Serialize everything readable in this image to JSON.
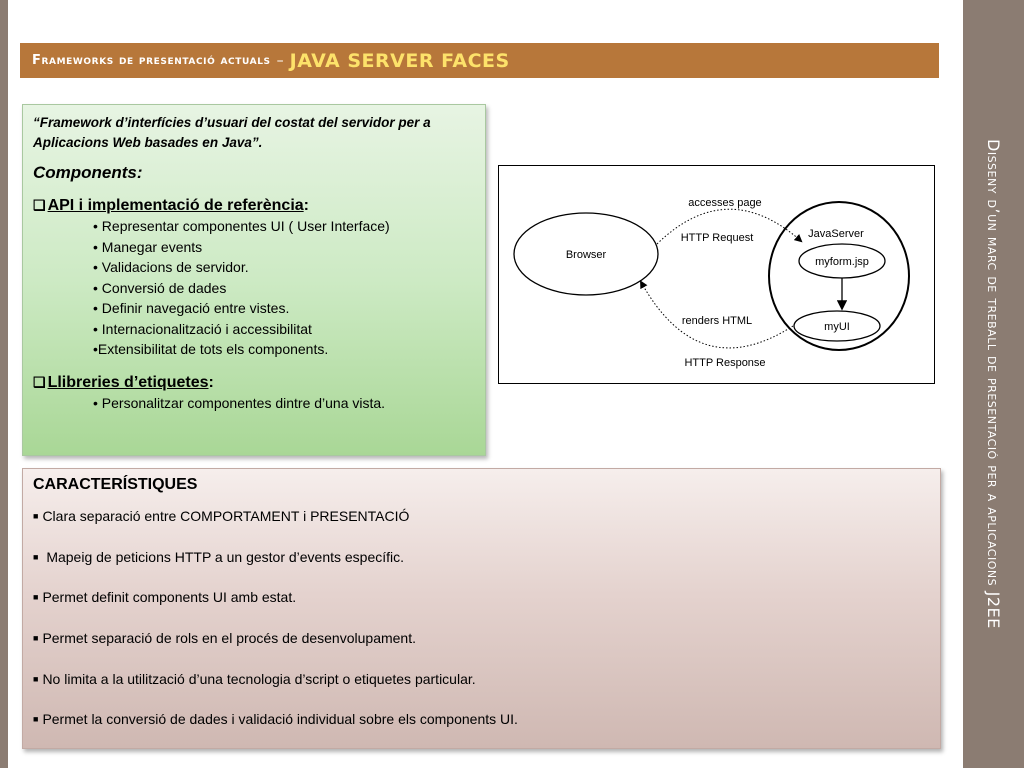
{
  "title": {
    "small": "Frameworks de presentació actuals",
    "dash": "–",
    "big": "JAVA SERVER FACES"
  },
  "side_title": "Disseny d’un marc de treball de presentació per a aplicacions J2EE",
  "intro": {
    "quote": "“Framework d’interfícies d’usuari del costat del servidor per a Aplicacions Web basades en Java”.",
    "components_heading": "Components:",
    "sections": [
      {
        "heading": "API i implementació de referència",
        "suffix": ":",
        "items": [
          "• Representar componentes UI ( User Interface)",
          "• Manegar events",
          "• Validacions de servidor.",
          "• Conversió de dades",
          "• Definir navegació entre vistes.",
          "• Internacionalització i accessibilitat",
          "•Extensibilitat de tots els components."
        ]
      },
      {
        "heading": "Llibreries d’etiquetes",
        "suffix": ":",
        "items": [
          "• Personalitzar componentes dintre d’una vista."
        ]
      }
    ]
  },
  "diagram": {
    "browser": "Browser",
    "server": "JavaServer",
    "page": "myform.jsp",
    "ui": "myUI",
    "accesses": "accesses page",
    "request": "HTTP Request",
    "renders": "renders HTML",
    "response": "HTTP Response"
  },
  "characteristics": {
    "heading": "CARACTERÍSTIQUES",
    "bullet": "■",
    "items": [
      "Clara separació entre COMPORTAMENT i PRESENTACIÓ",
      " Mapeig de peticions HTTP a un gestor d’events específic.",
      "Permet definit components UI amb estat.",
      "Permet separació de rols en el procés de desenvolupament.",
      "No limita a la utilització d’una tecnologia d’script o etiquetes particular.",
      "Permet la conversió de dades i validació individual sobre els components UI."
    ]
  },
  "colors": {
    "title_bar": "#b7773a",
    "title_accent": "#fde26a",
    "side_bar": "#8b7c72"
  }
}
